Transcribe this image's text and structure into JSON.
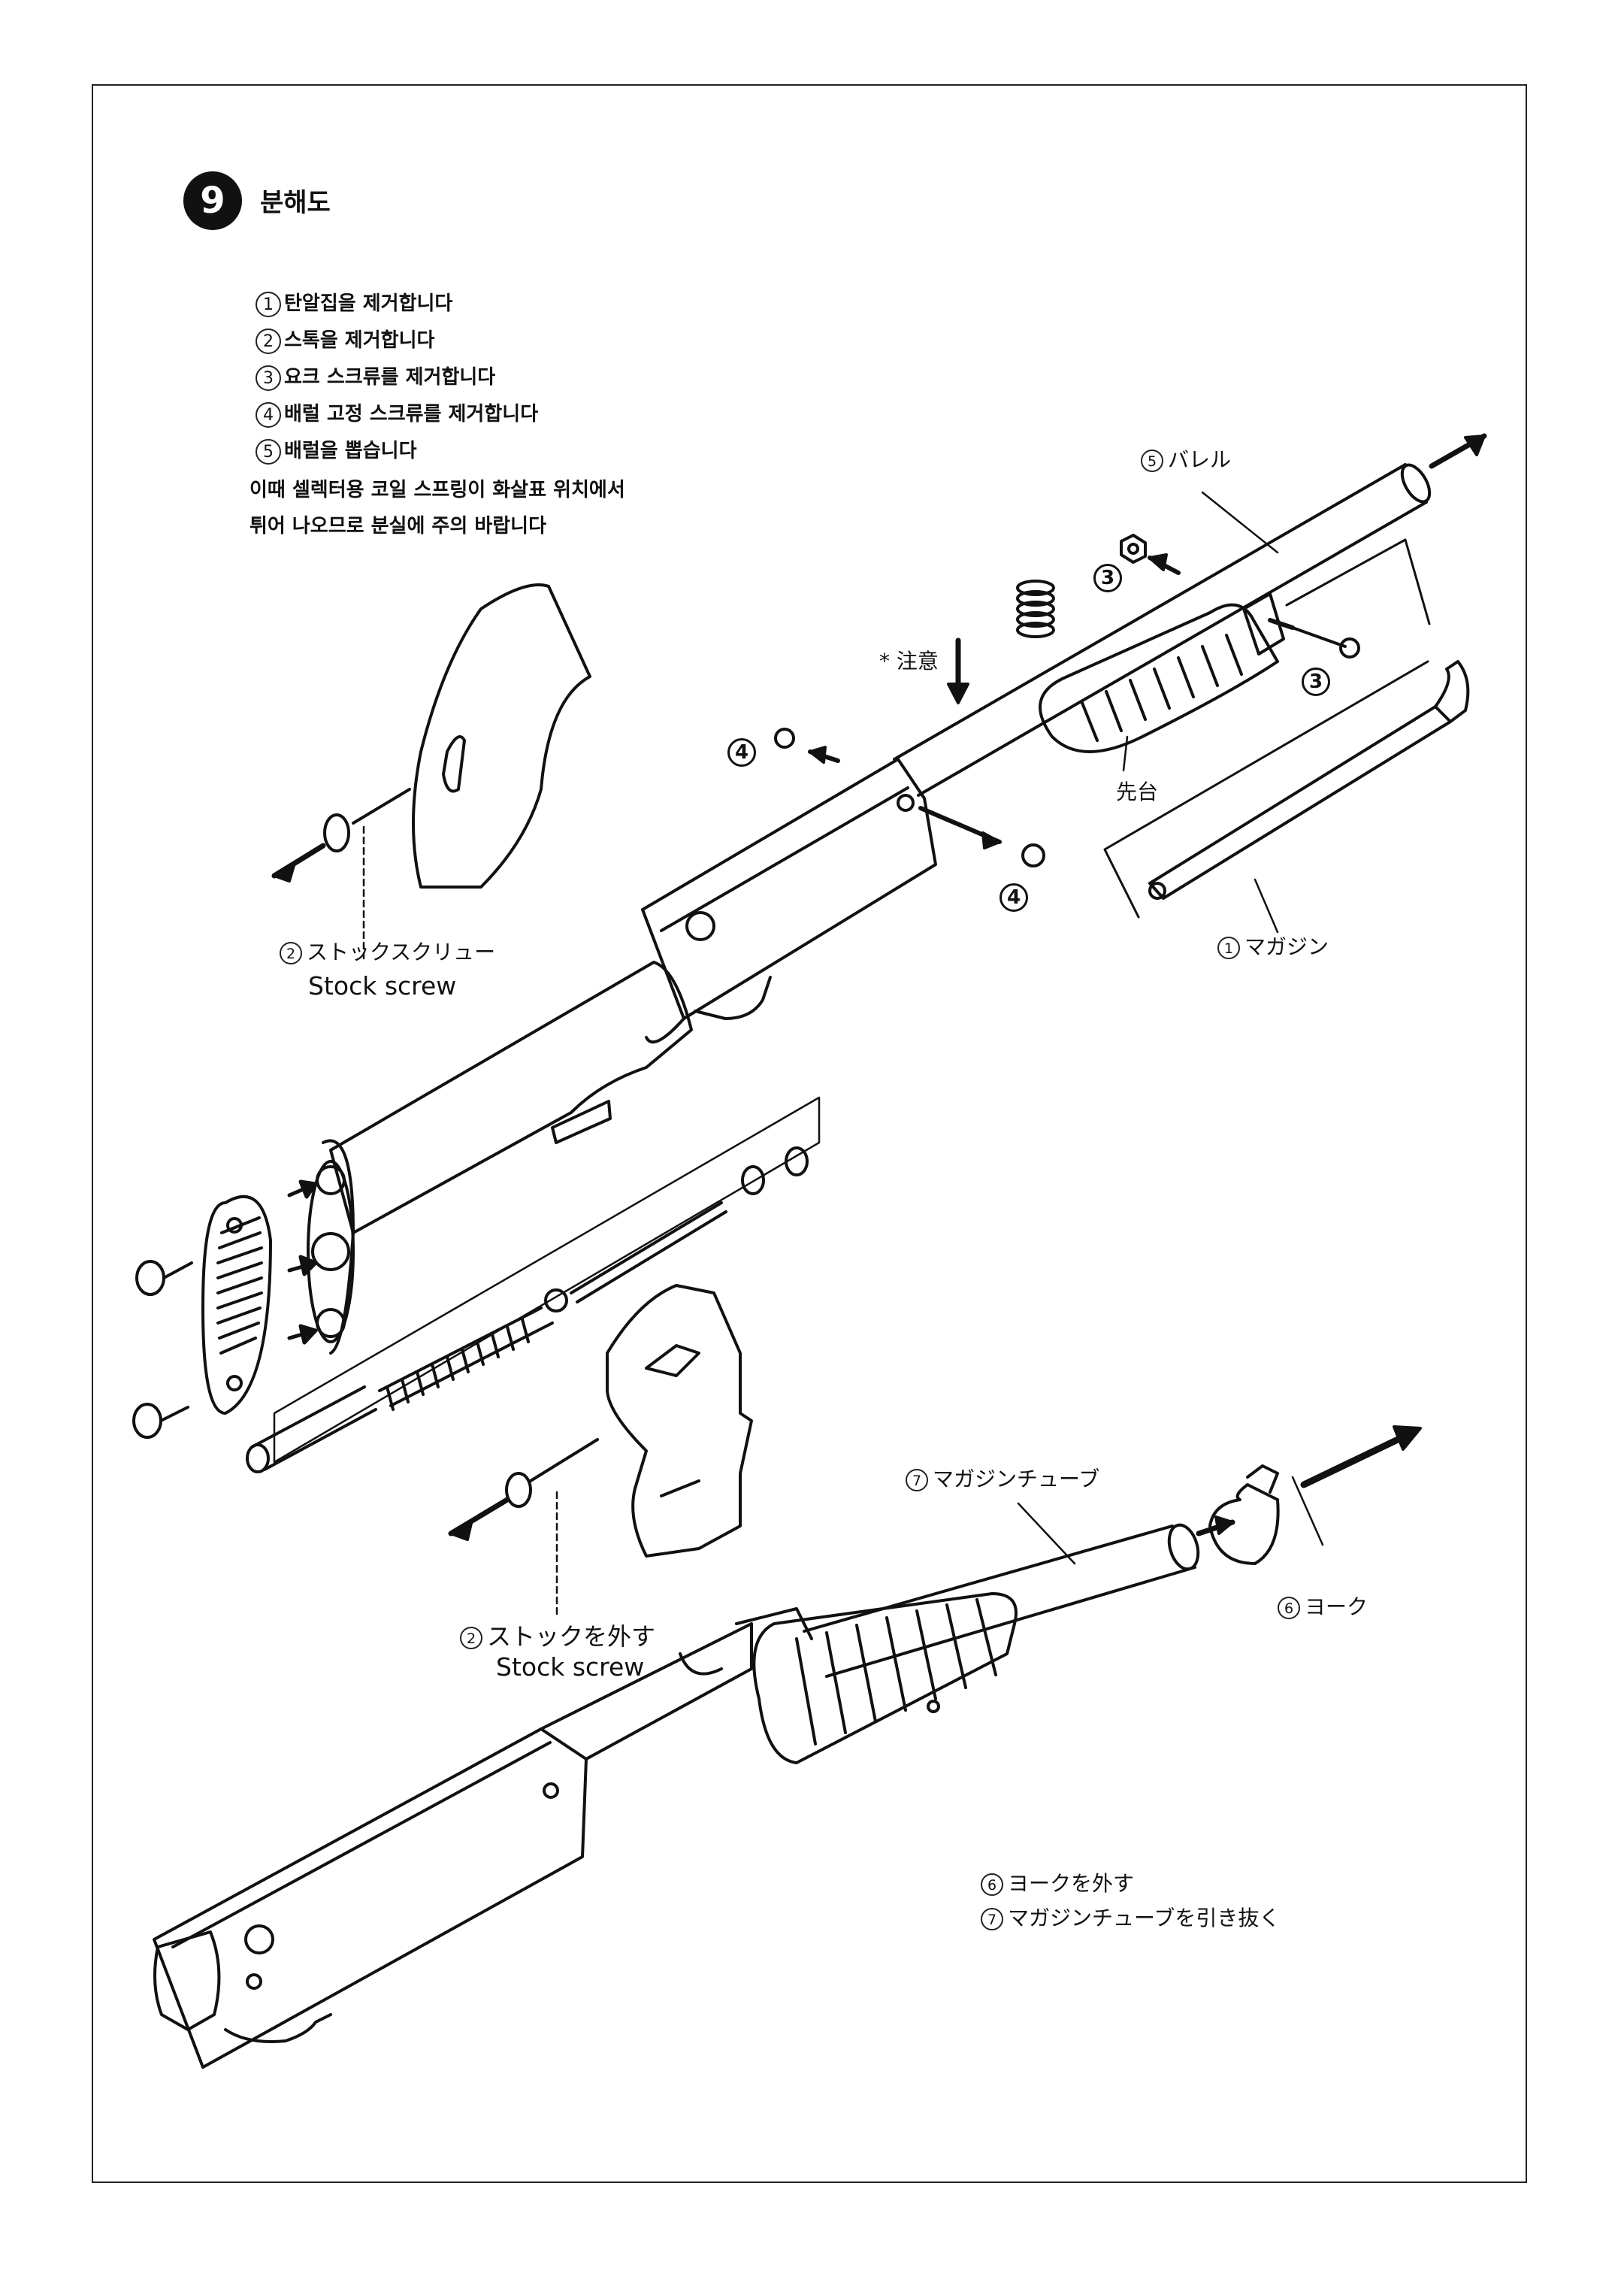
{
  "section": {
    "number": "9",
    "title": "분해도"
  },
  "steps": [
    {
      "num": "1",
      "text": "탄알집을 제거합니다"
    },
    {
      "num": "2",
      "text": "스톡을 제거합니다"
    },
    {
      "num": "3",
      "text": "요크 스크류를 제거합니다"
    },
    {
      "num": "4",
      "text": "배럴 고정 스크류를 제거합니다"
    },
    {
      "num": "5",
      "text": "배럴을 뽑습니다"
    }
  ],
  "notice": [
    "이때 셀렉터용 코일 스프링이 화살표 위치에서",
    "튀어 나오므로 분실에 주의 바랍니다"
  ],
  "labels": {
    "barrel": {
      "num": "5",
      "text": "バレル"
    },
    "caution": "* 注意",
    "foregrip": "先台",
    "magazine": {
      "num": "1",
      "text": "マガジン"
    },
    "stock_screw_jp": {
      "num": "2",
      "text": "ストックスクリュー"
    },
    "stock_screw_en": "Stock screw",
    "magazine_tube": {
      "num": "7",
      "text": "マガジンチューブ"
    },
    "yoke": {
      "num": "6",
      "text": "ヨーク"
    },
    "remove_stock_jp": {
      "num": "2",
      "text": "ストックを外す"
    },
    "remove_stock_en": "Stock screw",
    "remove_yoke": {
      "num": "6",
      "text": "ヨークを外す"
    },
    "pull_tube": {
      "num": "7",
      "text": "マガジンチューブを引き抜く"
    }
  },
  "callouts": {
    "three_a": "3",
    "three_b": "3",
    "four_a": "4",
    "four_b": "4"
  }
}
